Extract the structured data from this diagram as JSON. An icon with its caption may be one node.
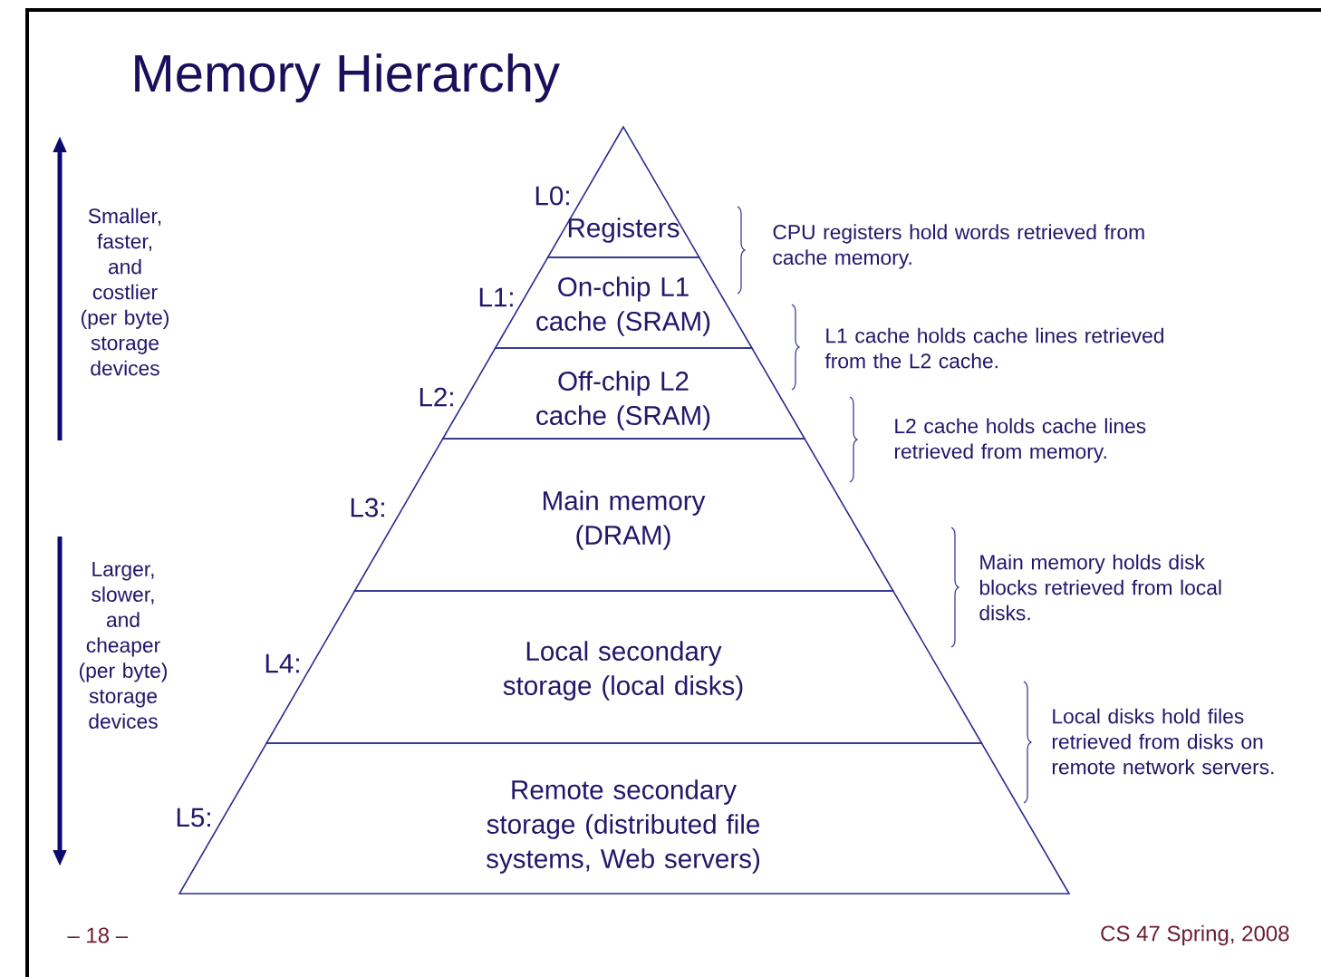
{
  "diagram": {
    "title": "Memory Hierarchy",
    "nodes": [
      {
        "text": [
          "Registers"
        ],
        "beside": [
          "L0:"
        ]
      },
      {
        "text": [
          "On-chip L1 cache (SRAM)"
        ],
        "beside": [
          "L1:"
        ]
      },
      {
        "text": [
          "Off-chip L2 cache (SRAM)"
        ],
        "beside": [
          "L2:"
        ]
      },
      {
        "text": [
          "Main memory (DRAM)"
        ],
        "beside": [
          "L3:"
        ]
      },
      {
        "text": [
          "Local secondary storage (local disks)"
        ],
        "beside": [
          "L4:"
        ]
      },
      {
        "text": [
          "Remote secondary storage (distributed file systems, Web servers)"
        ],
        "beside": [
          "L5:"
        ]
      }
    ],
    "labels": [
      "Smaller, faster, and costlier (per byte) storage devices",
      "CPU registers hold words retrieved from cache memory.",
      "L1 cache holds cache lines retrieved from the L2 cache.",
      "L2 cache holds cache lines retrieved from memory.",
      "Main memory holds disk blocks retrieved from local disks.",
      "Larger, slower, and cheaper (per byte) storage devices",
      "Local disks hold files retrieved from disks on remote network servers.",
      "– 18 –",
      "CS 47 Spring, 2008"
    ]
  }
}
